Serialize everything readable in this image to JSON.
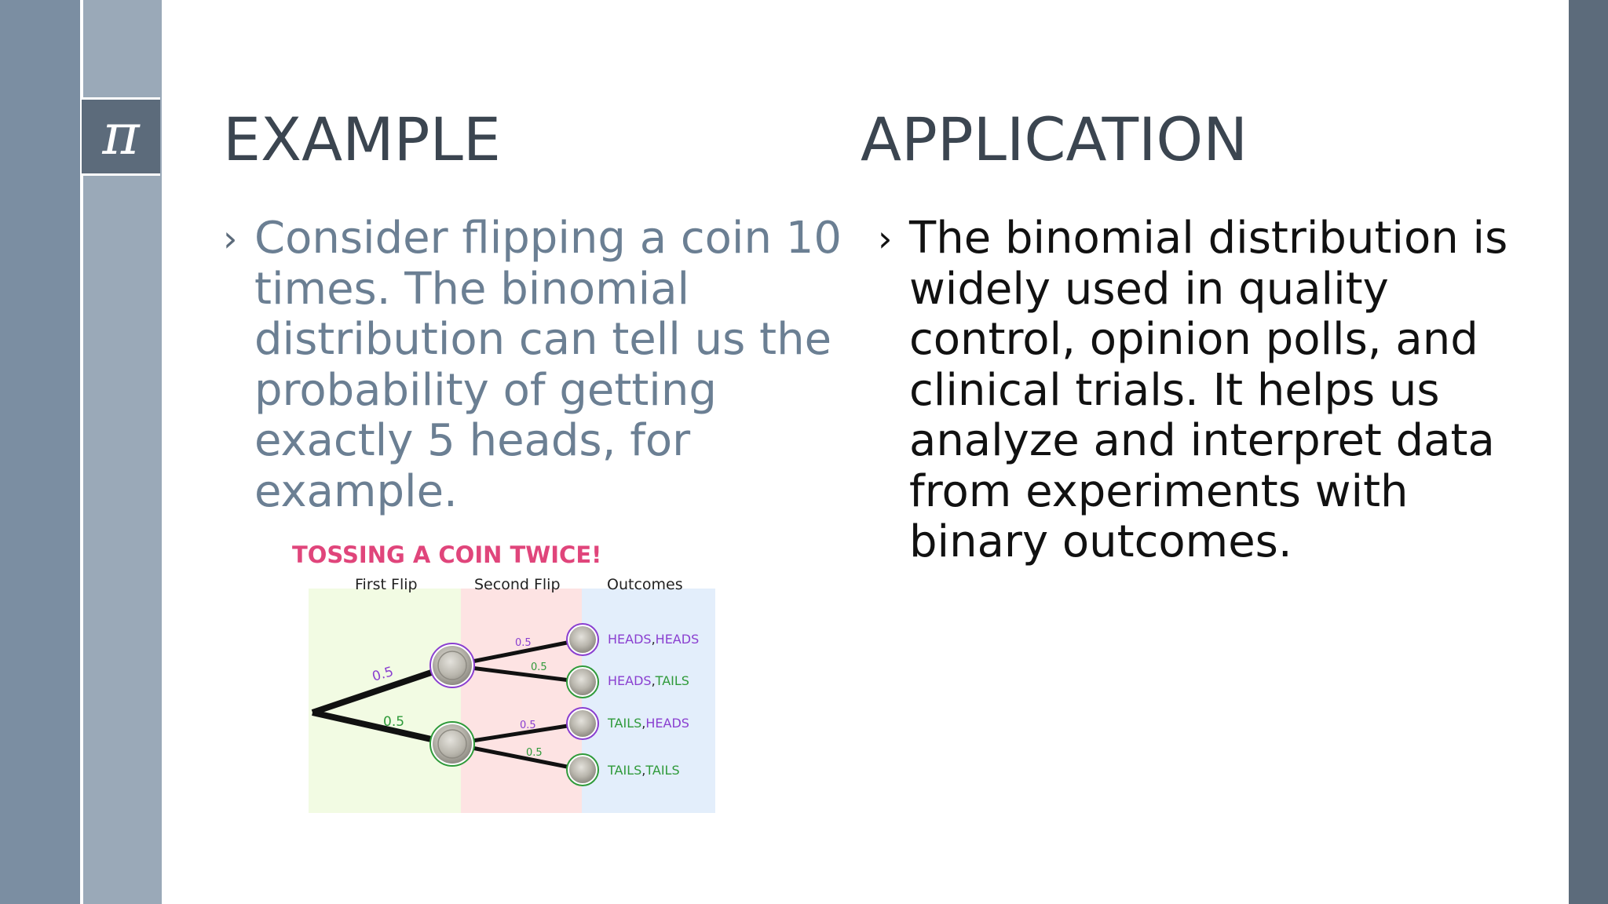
{
  "pi_symbol": "π",
  "left": {
    "heading": "EXAMPLE",
    "bullet": "Consider flipping a coin 10 times. The binomial distribution can tell us the probability of getting exactly 5 heads, for example."
  },
  "right": {
    "heading": "APPLICATION",
    "bullet": "The binomial distribution is widely used in quality control, opinion polls, and clinical trials. It helps us analyze and interpret data from experiments with binary outcomes."
  },
  "bullet_marker": "›",
  "figure": {
    "title": "TOSSING A COIN TWICE!",
    "col_first": "First Flip",
    "col_second": "Second Flip",
    "col_outcomes": "Outcomes",
    "p_first_heads": "0.5",
    "p_first_tails": "0.5",
    "p_hh": "0.5",
    "p_ht": "0.5",
    "p_th": "0.5",
    "p_tt": "0.5",
    "outcomes": [
      {
        "a": "HEADS",
        "b": "HEADS"
      },
      {
        "a": "HEADS",
        "b": "TAILS"
      },
      {
        "a": "TAILS",
        "b": "HEADS"
      },
      {
        "a": "TAILS",
        "b": "TAILS"
      }
    ],
    "sep": ",",
    "colors": {
      "title": "#e0457b",
      "heads": "#8a3fd0",
      "tails": "#2f9a3a"
    }
  }
}
